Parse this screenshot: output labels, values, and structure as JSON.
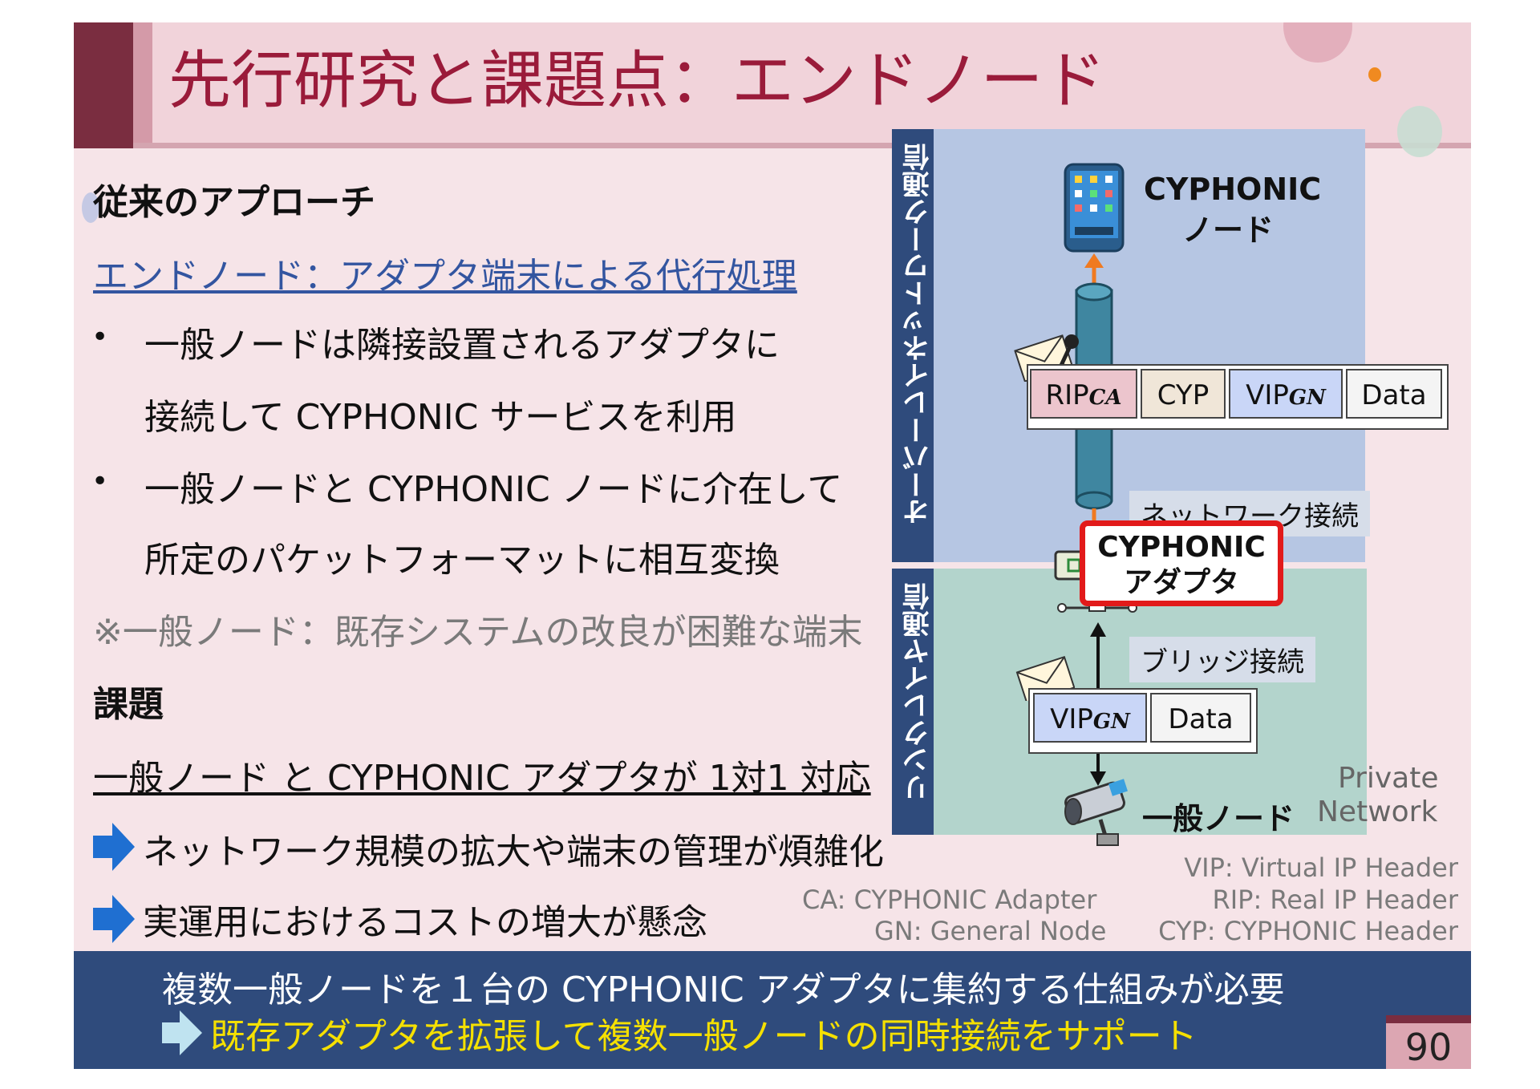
{
  "title": "先行研究と課題点：エンドノード",
  "approach_heading": "従来のアプローチ",
  "approach_link": "エンドノード：アダプタ端末による代行処理",
  "bullets": [
    {
      "line1": "一般ノードは隣接設置されるアダプタに",
      "line2": "接続して CYPHONIC サービスを利用"
    },
    {
      "line1": "一般ノードと CYPHONIC ノードに介在して",
      "line2": "所定のパケットフォーマットに相互変換"
    }
  ],
  "note": "※一般ノード：既存システムの改良が困難な端末",
  "issue_heading": "課題",
  "issue_line": "一般ノード と CYPHONIC アダプタが 1対1 対応",
  "issue_points": [
    "ネットワーク規模の拡大や端末の管理が煩雑化",
    "実運用におけるコストの増大が懸念"
  ],
  "footer": {
    "line1": "複数一般ノードを１台の CYPHONIC アダプタに集約する仕組みが必要",
    "line2": "既存アダプタを拡張して複数一般ノードの同時接続をサポート"
  },
  "page_number": "90",
  "diagram": {
    "overlay_label": "オーバーレイネットワーク通信",
    "link_label": "リンクレイヤ通信",
    "cyphonic_node_line1": "CYPHONIC",
    "cyphonic_node_line2": "ノード",
    "packet_top": [
      {
        "main": "RIP",
        "sub": "CA",
        "color": "#ecc5cd"
      },
      {
        "main": "CYP",
        "sub": "",
        "color": "#f0e6d8"
      },
      {
        "main": "VIP",
        "sub": "GN",
        "color": "#c9d6f7"
      },
      {
        "main": "Data",
        "sub": "",
        "color": "#f4f4f4"
      }
    ],
    "network_connection": "ネットワーク接続",
    "adapter_line1": "CYPHONIC",
    "adapter_line2": "アダプタ",
    "bridge_connection": "ブリッジ接続",
    "packet_bottom": [
      {
        "main": "VIP",
        "sub": "GN",
        "color": "#c9d6f7"
      },
      {
        "main": "Data",
        "sub": "",
        "color": "#f4f4f4"
      }
    ],
    "general_node": "一般ノード",
    "private_line1": "Private",
    "private_line2": "Network"
  },
  "legend": {
    "ca": "CA: CYPHONIC Adapter",
    "gn": "GN: General Node",
    "vip": "VIP: Virtual IP Header",
    "rip": "RIP: Real IP Header",
    "cyp": "CYP: CYPHONIC Header"
  },
  "colors": {
    "title_text": "#9a1b3a",
    "accent_blue": "#2f4b7c",
    "arrow_blue": "#1f6fd1",
    "footer_highlight": "#f5e000",
    "adapter_border": "#e21a1a",
    "orange_arrow": "#f07a20"
  }
}
